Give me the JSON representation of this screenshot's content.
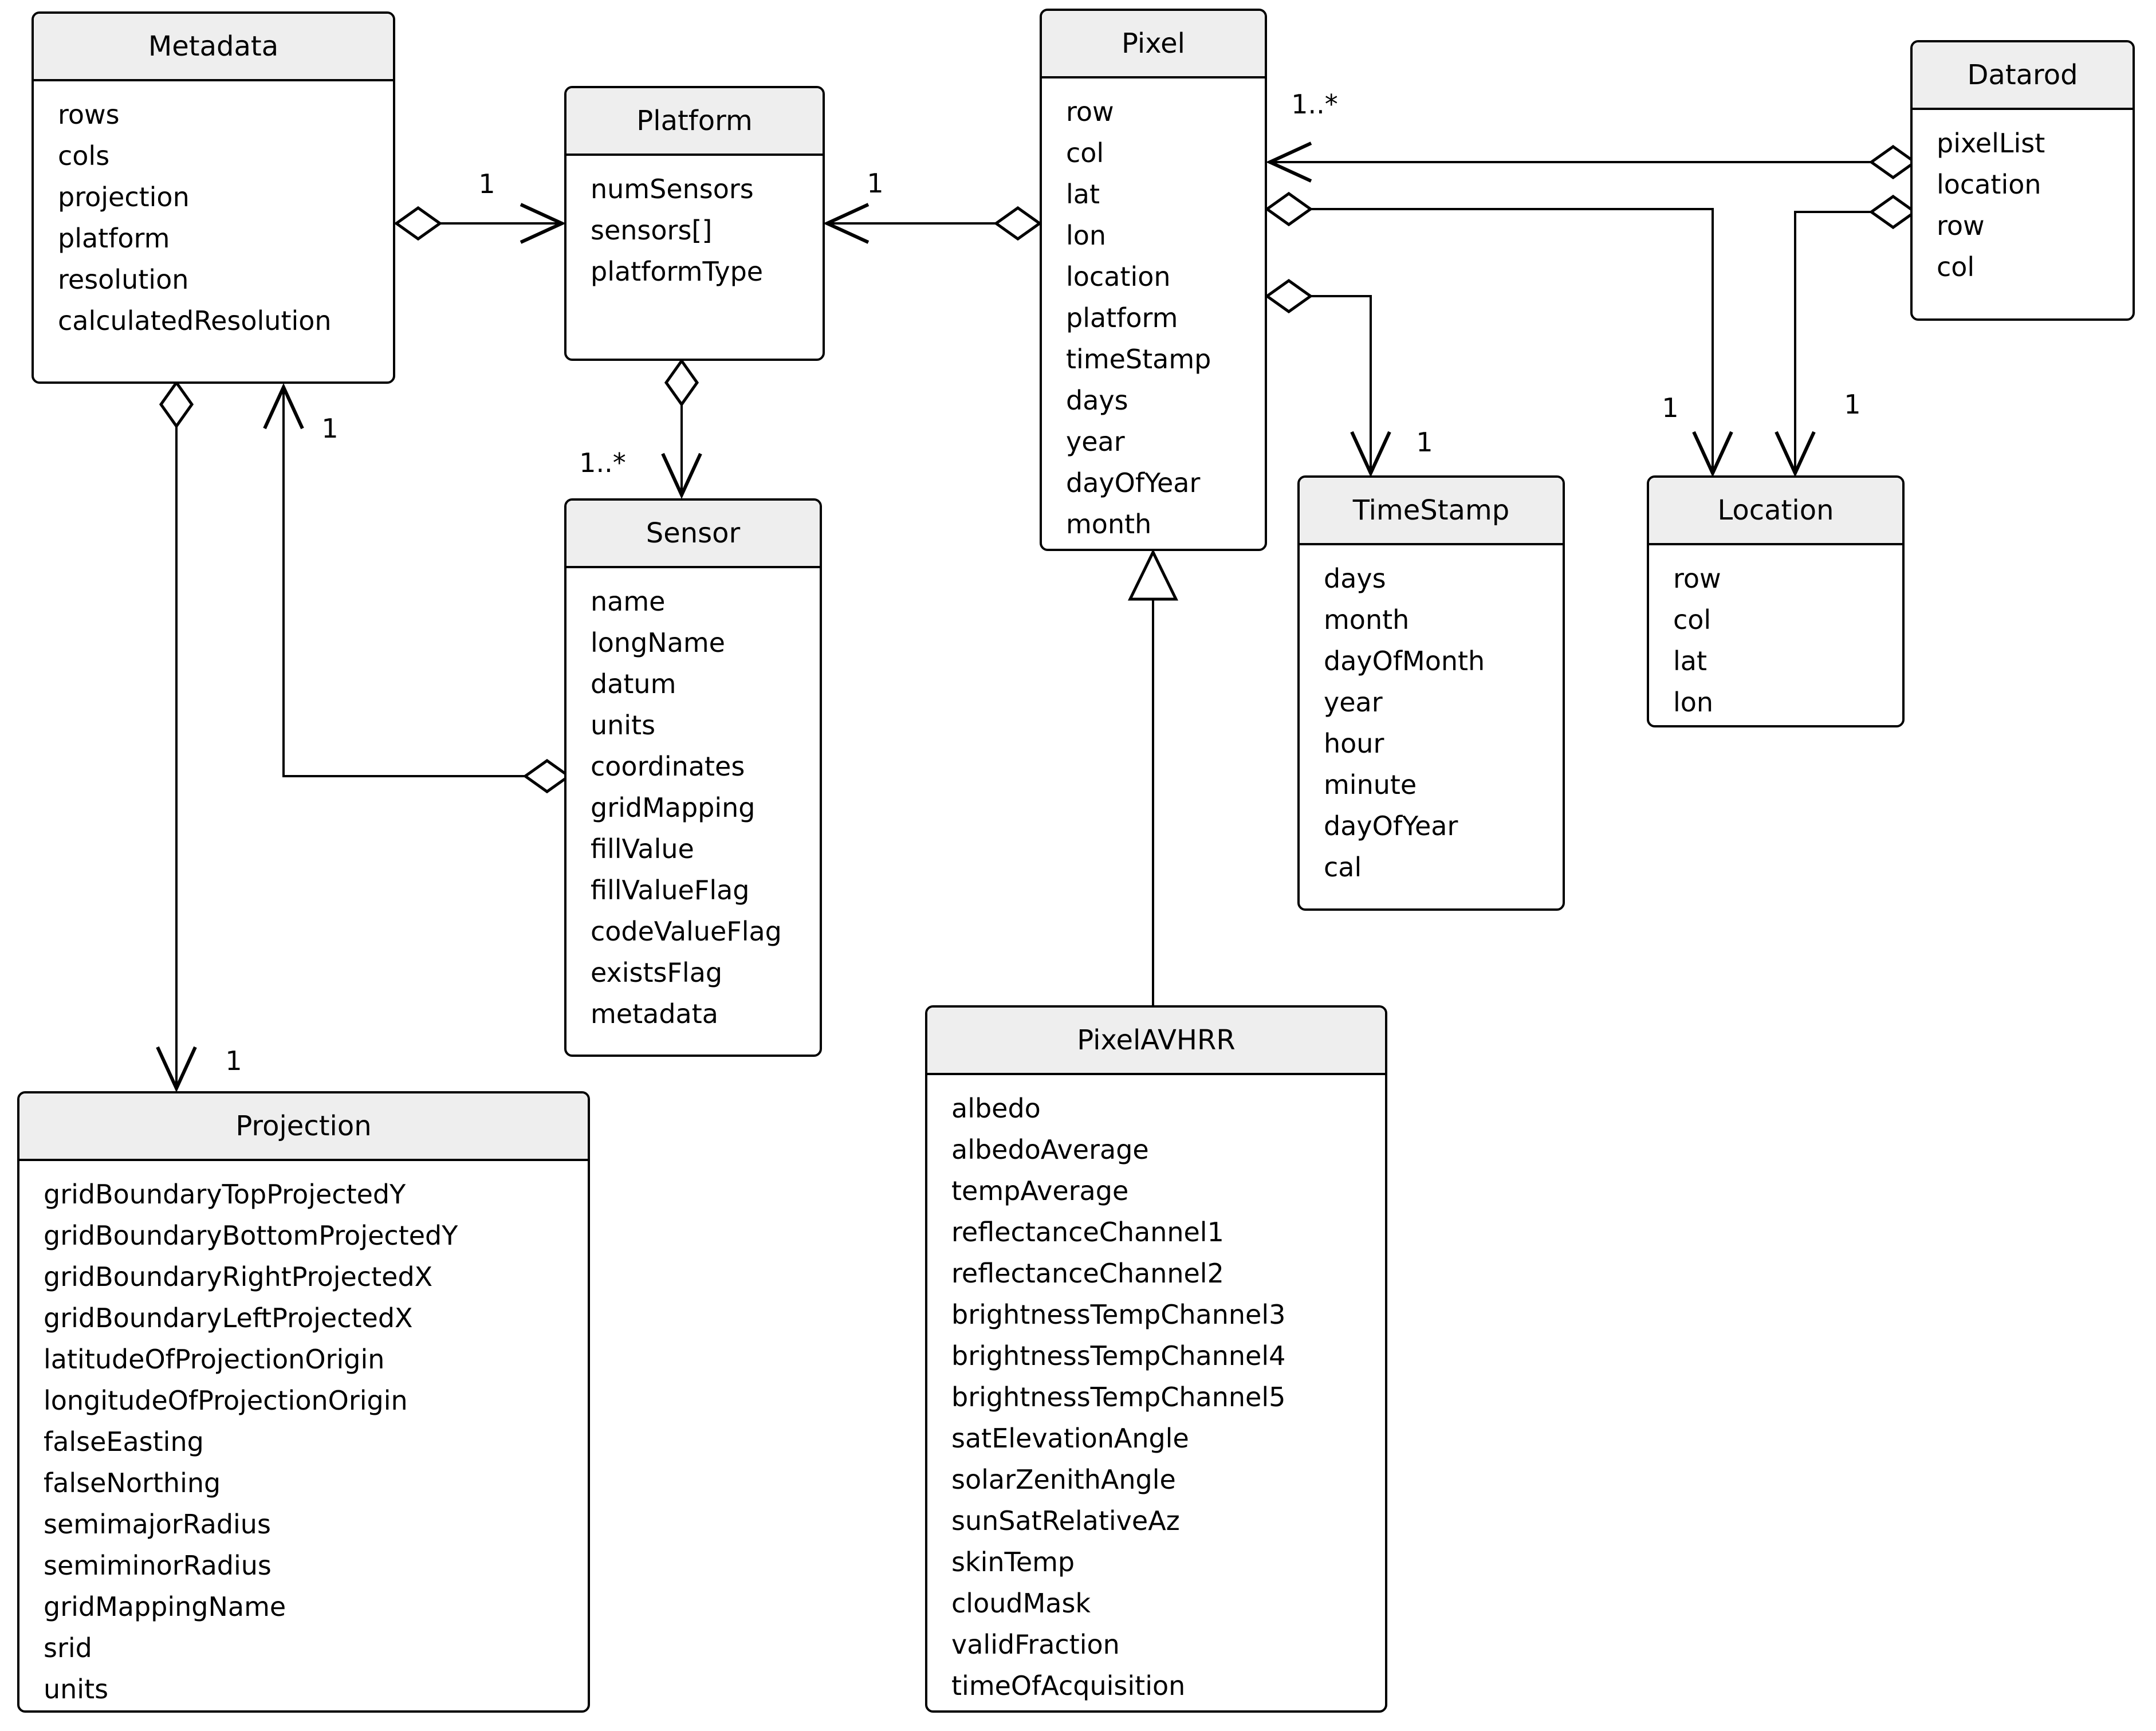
{
  "diagram": {
    "kind": "uml-class-diagram",
    "colors": {
      "header_fill": "#eeeeee",
      "box_fill": "#ffffff",
      "line": "#000000",
      "text": "#000000",
      "background": "#ffffff"
    },
    "classes": [
      {
        "id": "metadata",
        "name": "Metadata",
        "attributes": [
          "rows",
          "cols",
          "projection",
          "platform",
          "resolution",
          "calculatedResolution"
        ]
      },
      {
        "id": "platform",
        "name": "Platform",
        "attributes": [
          "numSensors",
          "sensors[]",
          "platformType"
        ]
      },
      {
        "id": "pixel",
        "name": "Pixel",
        "attributes": [
          "row",
          "col",
          "lat",
          "lon",
          "location",
          "platform",
          "timeStamp",
          "days",
          "year",
          "dayOfYear",
          "month"
        ]
      },
      {
        "id": "datarod",
        "name": "Datarod",
        "attributes": [
          "pixelList",
          "location",
          "row",
          "col"
        ]
      },
      {
        "id": "sensor",
        "name": "Sensor",
        "attributes": [
          "name",
          "longName",
          "datum",
          "units",
          "coordinates",
          "gridMapping",
          "fillValue",
          "fillValueFlag",
          "codeValueFlag",
          "existsFlag",
          "metadata"
        ]
      },
      {
        "id": "timestamp",
        "name": "TimeStamp",
        "attributes": [
          "days",
          "month",
          "dayOfMonth",
          "year",
          "hour",
          "minute",
          "dayOfYear",
          "cal"
        ]
      },
      {
        "id": "location",
        "name": "Location",
        "attributes": [
          "row",
          "col",
          "lat",
          "lon"
        ]
      },
      {
        "id": "projection",
        "name": "Projection",
        "attributes": [
          "gridBoundaryTopProjectedY",
          "gridBoundaryBottomProjectedY",
          "gridBoundaryRightProjectedX",
          "gridBoundaryLeftProjectedX",
          "latitudeOfProjectionOrigin",
          "longitudeOfProjectionOrigin",
          "falseEasting",
          "falseNorthing",
          "semimajorRadius",
          "semiminorRadius",
          "gridMappingName",
          "srid",
          "units"
        ]
      },
      {
        "id": "pixelavhrr",
        "name": "PixelAVHRR",
        "attributes": [
          "albedo",
          "albedoAverage",
          "tempAverage",
          "reflectanceChannel1",
          "reflectanceChannel2",
          "brightnessTempChannel3",
          "brightnessTempChannel4",
          "brightnessTempChannel5",
          "satElevationAngle",
          "solarZenithAngle",
          "sunSatRelativeAz",
          "skinTemp",
          "cloudMask",
          "validFraction",
          "timeOfAcquisition"
        ]
      }
    ],
    "relationships": [
      {
        "id": "metadata-platform",
        "from": "Metadata",
        "to": "Platform",
        "type": "aggregation",
        "label": "1"
      },
      {
        "id": "pixel-platform",
        "from": "Pixel",
        "to": "Platform",
        "type": "aggregation",
        "label": "1"
      },
      {
        "id": "platform-sensor",
        "from": "Platform",
        "to": "Sensor",
        "type": "aggregation",
        "label": "1..*"
      },
      {
        "id": "sensor-metadata",
        "from": "Sensor",
        "to": "Metadata",
        "type": "aggregation",
        "label": "1"
      },
      {
        "id": "metadata-projection",
        "from": "Metadata",
        "to": "Projection",
        "type": "aggregation",
        "label": "1"
      },
      {
        "id": "datarod-pixel",
        "from": "Datarod",
        "to": "Pixel",
        "type": "aggregation",
        "label": "1..*"
      },
      {
        "id": "pixel-location",
        "from": "Pixel",
        "to": "Location",
        "type": "aggregation",
        "label": "1"
      },
      {
        "id": "datarod-location",
        "from": "Datarod",
        "to": "Location",
        "type": "aggregation",
        "label": "1"
      },
      {
        "id": "pixel-timestamp",
        "from": "Pixel",
        "to": "TimeStamp",
        "type": "aggregation",
        "label": "1"
      },
      {
        "id": "pixelavhrr-pixel",
        "from": "PixelAVHRR",
        "to": "Pixel",
        "type": "generalization",
        "label": ""
      }
    ]
  }
}
